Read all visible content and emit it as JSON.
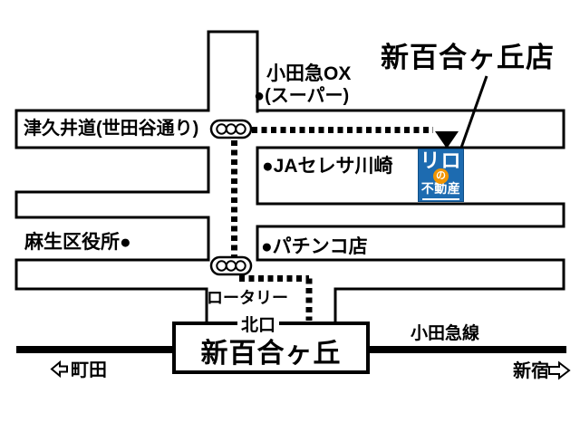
{
  "map_title": "新百合ヶ丘店",
  "landmarks": {
    "odakyu_ox": "小田急OX",
    "odakyu_ox_note": "●(スーパー)",
    "ja_seresa": "●JAセレサ川崎",
    "asao_ward_office": "麻生区役所●",
    "pachinko": "●パチンコ店"
  },
  "roads": {
    "tsukui": "津久井道(世田谷通り)",
    "rotary": "ロータリー"
  },
  "station": {
    "name": "新百合ヶ丘",
    "north_exit": "北口",
    "line_name": "小田急線",
    "dir_left": "町田",
    "dir_right": "新宿"
  },
  "logo": {
    "top": "リロ",
    "mid": "の",
    "bottom": "不動産",
    "bg_color": "#1d6bb0",
    "accent_color": "#f19500"
  },
  "icons": {
    "traffic_light": "rounded rect with 3 circles",
    "left_arrow": "hollow left arrow",
    "right_arrow": "hollow right arrow",
    "route_arrow": "solid down triangle"
  },
  "colors": {
    "line": "#000000",
    "background": "#ffffff",
    "text": "#000000"
  }
}
